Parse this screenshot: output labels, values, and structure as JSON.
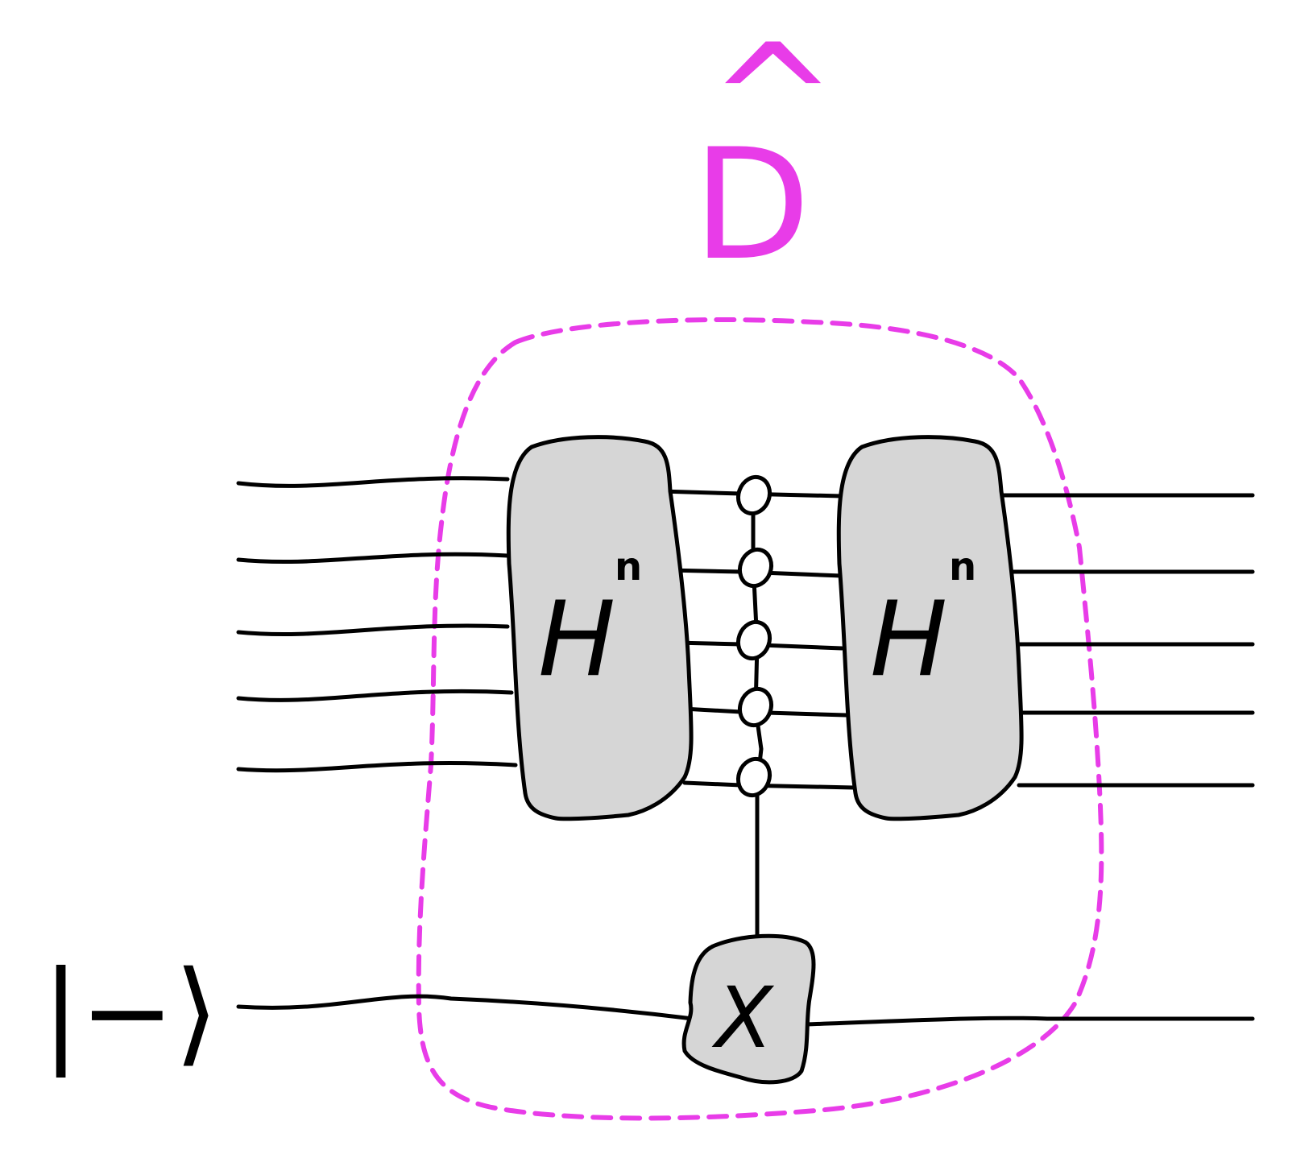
{
  "diagram": {
    "operator_label": "D",
    "operator_hat": "^",
    "hadamard_left": {
      "base": "H",
      "exponent": "n"
    },
    "hadamard_right": {
      "base": "H",
      "exponent": "n"
    },
    "x_gate_label": "X",
    "ancilla_state": "|−⟩",
    "qubit_wire_count": 5,
    "controls": "open",
    "region_style": "dashed"
  },
  "colors": {
    "accent": "#e83ce8",
    "region_fill": "#f4c6f4",
    "gate_fill": "#d6d6d6",
    "stroke": "#000000"
  }
}
